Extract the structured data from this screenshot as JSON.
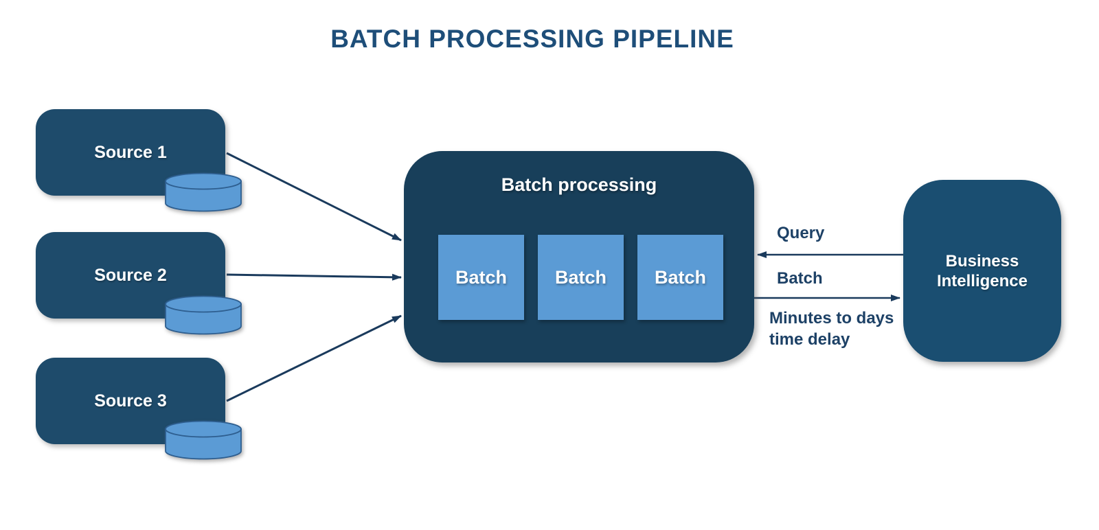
{
  "title": "BATCH PROCESSING PIPELINE",
  "sources": [
    {
      "label": "Source 1"
    },
    {
      "label": "Source 2"
    },
    {
      "label": "Source 3"
    }
  ],
  "batch_processing": {
    "title": "Batch processing",
    "batches": [
      "Batch",
      "Batch",
      "Batch"
    ]
  },
  "business_intelligence": {
    "label": "Business\nIntelligence"
  },
  "flows": {
    "query_label": "Query",
    "batch_label": "Batch",
    "delay_note": "Minutes to days\ntime delay"
  },
  "icons": {
    "database": "database-cylinder-icon",
    "arrow": "flow-arrow-icon"
  },
  "colors": {
    "background": "#FFFFFF",
    "title_text": "#1E4E79",
    "source_fill": "#1E4B6B",
    "central_fill": "#183F5A",
    "bi_fill": "#1A4E71",
    "accent_light": "#5B9BD5",
    "cylinder_stroke": "#2E5E8F",
    "arrow": "#1A3A5C",
    "flow_label_text": "#1D4166",
    "node_text": "#FFFFFF"
  }
}
